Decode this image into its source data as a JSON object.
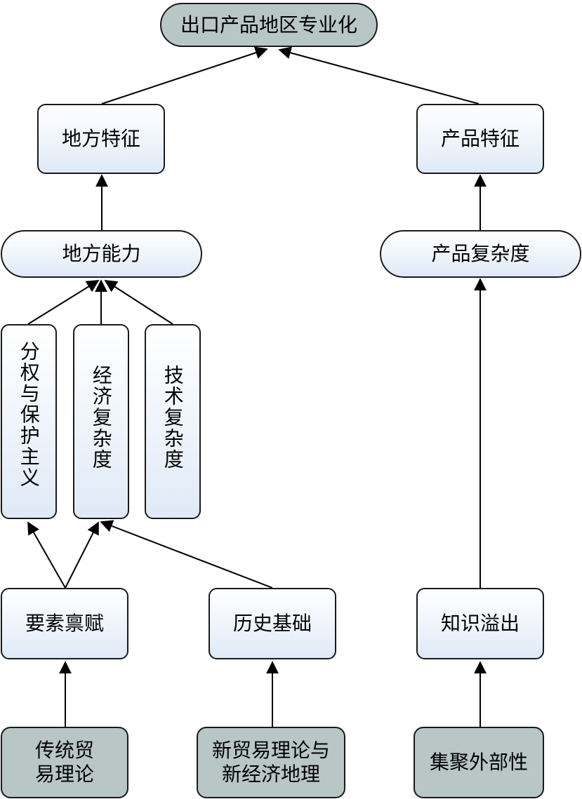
{
  "nodes": {
    "top": "出口产品地区专业化",
    "place_features": "地方特征",
    "product_features": "产品特征",
    "place_capability": "地方能力",
    "product_complexity": "产品复杂度",
    "decentralization": "分权与保护主义",
    "economic_complexity": "经济复杂度",
    "tech_complexity": "技术复杂度",
    "factor_endowment": "要素禀赋",
    "historical_base": "历史基础",
    "knowledge_spillover": "知识溢出",
    "traditional_trade_line1": "传统贸",
    "traditional_trade_line2": "易理论",
    "new_trade_line1": "新贸易理论与",
    "new_trade_line2": "新经济地理",
    "agglomeration": "集聚外部性"
  },
  "colors": {
    "light_fill": "#eef4fb",
    "gray_fill": "#b9c6c6",
    "stroke": "#1a1a1a"
  }
}
